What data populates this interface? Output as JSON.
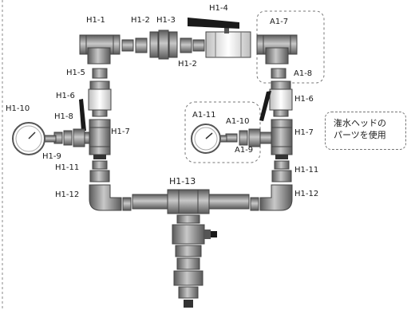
{
  "labels": {
    "h1_1": "H1-1",
    "h1_2_top": "H1-2",
    "h1_3": "H1-3",
    "h1_4": "H1-4",
    "h1_2_mid": "H1-2",
    "a1_7": "A1-7",
    "a1_8": "A1-8",
    "h1_5": "H1-5",
    "h1_6_left": "H1-6",
    "h1_6_right": "H1-6",
    "h1_10": "H1-10",
    "h1_8": "H1-8",
    "h1_7_left": "H1-7",
    "h1_7_right": "H1-7",
    "a1_11": "A1-11",
    "a1_10": "A1-10",
    "a1_9": "A1-9",
    "h1_9": "H1-9",
    "h1_11_left": "H1-11",
    "h1_11_right": "H1-11",
    "h1_12_left": "H1-12",
    "h1_12_right": "H1-12",
    "h1_13": "H1-13"
  },
  "note": {
    "line1": "潅水ヘッドの",
    "line2": "パーツを使用"
  },
  "colors": {
    "fitting_dark": "#6e6e6e",
    "fitting_light": "#bdbdbd",
    "handle": "#1a1a1a",
    "valve_body": "#ffffff",
    "dashed": "#777777"
  }
}
